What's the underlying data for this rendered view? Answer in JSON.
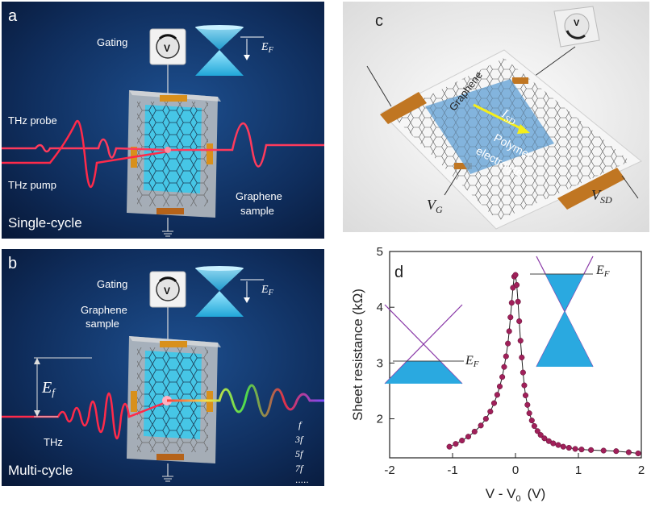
{
  "panel_a": {
    "letter": "a",
    "gating": "Gating",
    "knob_label": "V",
    "ef_label": "E",
    "ef_sub": "F",
    "thz_probe": "THz probe",
    "thz_pump": "THz pump",
    "graphene": "Graphene",
    "sample": "sample",
    "mode": "Single-cycle"
  },
  "panel_b": {
    "letter": "b",
    "gating": "Gating",
    "knob_label": "V",
    "ef_label": "E",
    "ef_sub": "F",
    "graphene": "Graphene",
    "sample": "sample",
    "field_label": "E",
    "field_sub": "f",
    "thz": "THz",
    "harmonics": [
      "f",
      "3f",
      "5f",
      "7f",
      "....."
    ],
    "mode": "Multi-cycle"
  },
  "panel_c": {
    "letter": "c",
    "knob_label": "V",
    "graphene": "Graphene",
    "isd": "I",
    "isd_sub": "SD",
    "polymer": "Polymer",
    "electrolyte": "electrolyte",
    "vg": "V",
    "vg_sub": "G",
    "vsd": "V",
    "vsd_sub": "SD"
  },
  "chart_data": {
    "type": "scatter",
    "panel_letter": "d",
    "xlabel": "V - V",
    "xlabel_sub": "0",
    "xlabel_unit": "(V)",
    "ylabel": "Sheet resistance (kΩ)",
    "xlim": [
      -2,
      2
    ],
    "ylim": [
      1.3,
      5
    ],
    "xticks": [
      "-2",
      "-1",
      "0",
      "1",
      "2"
    ],
    "yticks": [
      "2",
      "3",
      "4",
      "5"
    ],
    "x": [
      -1.05,
      -0.95,
      -0.85,
      -0.75,
      -0.65,
      -0.55,
      -0.47,
      -0.4,
      -0.34,
      -0.29,
      -0.25,
      -0.21,
      -0.18,
      -0.15,
      -0.12,
      -0.1,
      -0.08,
      -0.06,
      -0.04,
      -0.02,
      0.0,
      0.02,
      0.04,
      0.06,
      0.08,
      0.1,
      0.12,
      0.14,
      0.16,
      0.19,
      0.22,
      0.26,
      0.3,
      0.35,
      0.4,
      0.46,
      0.53,
      0.6,
      0.68,
      0.76,
      0.85,
      0.95,
      1.05,
      1.2,
      1.4,
      1.6,
      1.8,
      1.95
    ],
    "y": [
      1.5,
      1.55,
      1.61,
      1.68,
      1.77,
      1.88,
      2.0,
      2.13,
      2.28,
      2.43,
      2.58,
      2.75,
      2.93,
      3.12,
      3.35,
      3.57,
      3.82,
      4.08,
      4.35,
      4.55,
      4.58,
      4.4,
      4.1,
      3.75,
      3.4,
      3.1,
      2.83,
      2.6,
      2.42,
      2.25,
      2.1,
      1.97,
      1.87,
      1.78,
      1.71,
      1.65,
      1.6,
      1.56,
      1.53,
      1.5,
      1.48,
      1.46,
      1.45,
      1.44,
      1.43,
      1.42,
      1.4,
      1.38
    ],
    "inset_left_label": "E",
    "inset_left_sub": "F",
    "inset_right_label": "E",
    "inset_right_sub": "F",
    "colors": {
      "marker": "#a0205a",
      "line": "#222222",
      "cone_fill": "#2aa9e0",
      "cone_line": "#8a3aa8"
    }
  }
}
